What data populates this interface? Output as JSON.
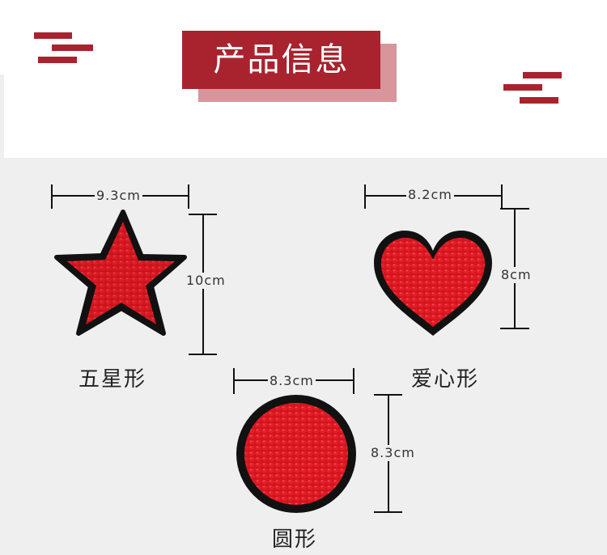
{
  "header": {
    "title": "产品信息"
  },
  "shapes": {
    "star": {
      "label": "五星形",
      "width": "9.3cm",
      "height": "10cm"
    },
    "heart": {
      "label": "爱心形",
      "width": "8.2cm",
      "height": "8cm"
    },
    "circle": {
      "label": "圆形",
      "width": "8.3cm",
      "height": "8.3cm"
    }
  },
  "colors": {
    "accent": "#a8232e",
    "accent_light": "#d8959b",
    "sequin_red": "#d4141c",
    "patch_border": "#111111",
    "background": "#efefef"
  }
}
